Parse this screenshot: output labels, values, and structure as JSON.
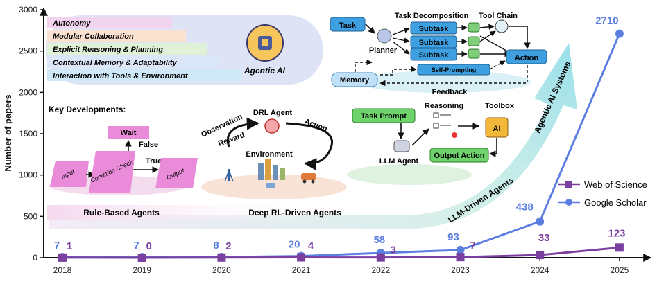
{
  "chart_data": {
    "type": "line",
    "ylabel": "Number of papers",
    "ylim": [
      0,
      3000
    ],
    "yticks": [
      "0",
      "500",
      "1000",
      "1500",
      "2000",
      "2500",
      "3000"
    ],
    "x": [
      "2018",
      "2019",
      "2020",
      "2021",
      "2022",
      "2023",
      "2024",
      "2025"
    ],
    "series": [
      {
        "name": "Web of Science",
        "color": "#7b3fa0",
        "values": [
          1,
          0,
          2,
          4,
          3,
          7,
          33,
          123
        ]
      },
      {
        "name": "Google Scholar",
        "color": "#5b7ee0",
        "values": [
          7,
          7,
          8,
          20,
          58,
          93,
          438,
          2710
        ]
      }
    ],
    "gs_labels": [
      "7",
      "7",
      "8",
      "20",
      "58",
      "93",
      "438",
      "2710"
    ],
    "wos_labels": [
      "1",
      "0",
      "2",
      "4",
      "3",
      "7",
      "33",
      "123"
    ],
    "grid": false,
    "legend": "bottom-right"
  },
  "annotations": {
    "agentic_features": [
      "Autonomy",
      "Modular Collaboration",
      "Explicit Reasoning & Planning",
      "Contextual Memory & Adaptability",
      "Interaction with Tools & Environment"
    ],
    "agentic_ai": "Agentic AI",
    "key_developments": "Key Developments:",
    "rule_based": {
      "wait": "Wait",
      "false": "False",
      "true": "True",
      "input": "Input",
      "condition": "Condition Check",
      "output": "Output",
      "era": "Rule-Based Agents"
    },
    "drl": {
      "agent": "DRL Agent",
      "observation": "Observation",
      "action": "Action",
      "reward": "Reward",
      "environment": "Environment",
      "era": "Deep RL-Driven Agents"
    },
    "llm": {
      "task_prompt": "Task Prompt",
      "reasoning": "Reasoning",
      "toolbox": "Toolbox",
      "llm_agent": "LLM Agent",
      "output_action": "Output Action",
      "ai": "AI",
      "era": "LLM-Driven Agents"
    },
    "agentic_sys": {
      "task": "Task",
      "task_decomp": "Task Decomposition",
      "tool_chain": "Tool Chain",
      "subtask": "Subtask",
      "planner": "Planner",
      "action": "Action",
      "memory": "Memory",
      "self_prompting": "Self-Prompting",
      "feedback": "Feedback",
      "era": "Agentic AI Systems"
    }
  }
}
